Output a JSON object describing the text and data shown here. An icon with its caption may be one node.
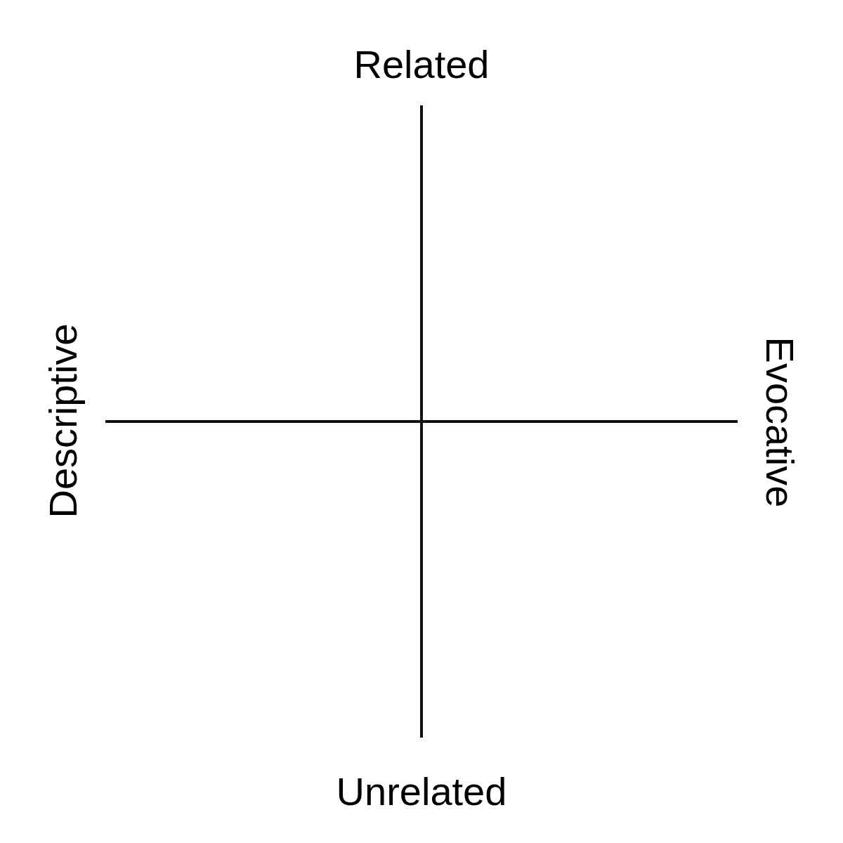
{
  "diagram": {
    "labels": [
      "Related",
      "Descriptive",
      "Evocative",
      "Unrelated"
    ]
  }
}
